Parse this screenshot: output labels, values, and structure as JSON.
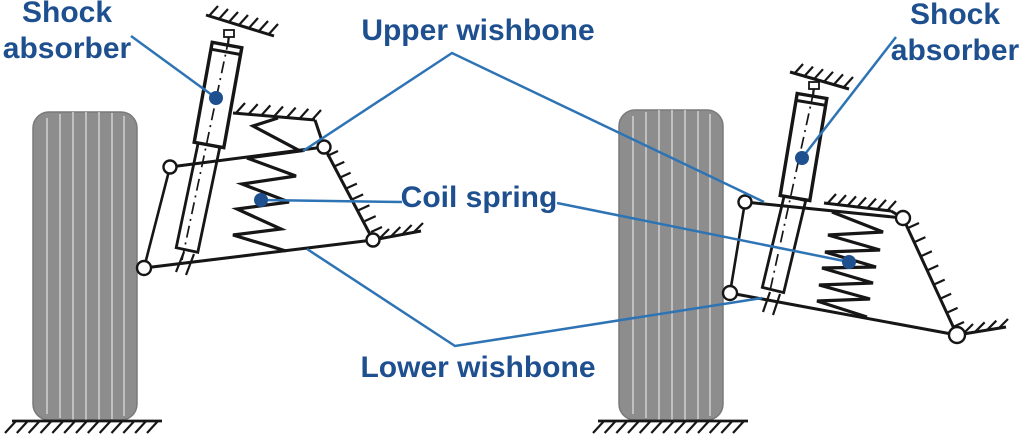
{
  "labels": {
    "shock_absorber_left": {
      "line1": "Shock",
      "line2": "absorber"
    },
    "upper_wishbone": "Upper wishbone",
    "coil_spring": "Coil spring",
    "lower_wishbone": "Lower wishbone",
    "shock_absorber_right": {
      "line1": "Shock",
      "line2": "absorber"
    }
  },
  "colors": {
    "label_text": "#1e4f8f",
    "leader_line": "#2e74b5",
    "callout_dot": "#1e4f8f",
    "drawing_line": "#161616",
    "tire_fill": "#8d8d8d",
    "tire_stripe": "#c6c6c6",
    "joint_fill": "#ffffff",
    "ground_hatch": "#161616"
  }
}
